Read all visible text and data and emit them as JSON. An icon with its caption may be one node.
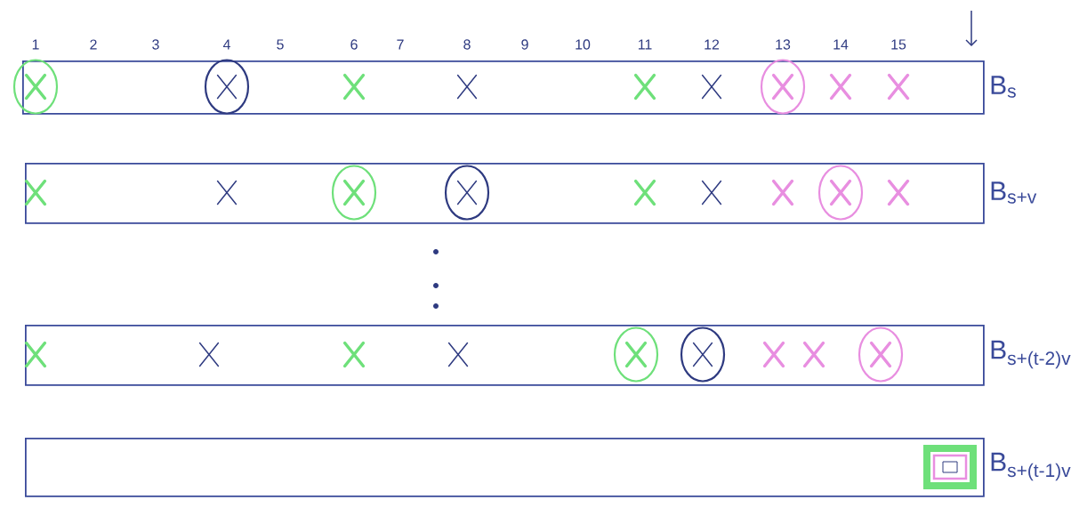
{
  "diagram": {
    "nodes": [
      {
        "text": [],
        "shape": "bar",
        "beside": [
          "B$_{s}$"
        ]
      },
      {
        "text": [],
        "shape": "bar",
        "beside": [
          "B$_{s+v}$"
        ]
      },
      {
        "text": [],
        "shape": "bar",
        "beside": [
          "B$_{s+(t-2)v}$"
        ]
      },
      {
        "text": [],
        "shape": "bar",
        "beside": [
          "B$_{s+(t-1)v}$"
        ]
      }
    ],
    "labels": [
      "1",
      "2",
      "3",
      "4",
      "5",
      "6",
      "7",
      "8",
      "9",
      "10",
      "11",
      "12",
      "13",
      "14",
      "15"
    ]
  }
}
